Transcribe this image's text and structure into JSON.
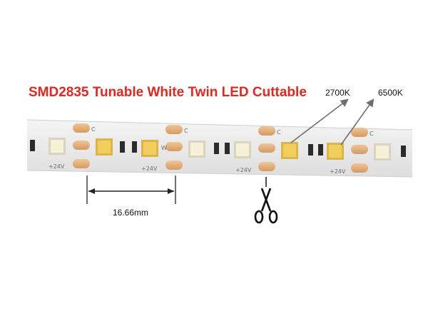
{
  "title": "SMD2835 Tunable White Twin LED Cuttable",
  "labels": {
    "warm": "2700K",
    "cool": "6500K",
    "segment_length": "16.66mm"
  },
  "pcb_markings": {
    "positive": "+24V",
    "channel": "C",
    "return": "W"
  },
  "colors": {
    "title": "#e5261f",
    "pcb": "#ebebeb",
    "copper_pad": "#e2b27e",
    "warm_led": "#f2cf5c",
    "cool_led": "#f6f1d7",
    "arrow": "#6e6e6e"
  },
  "icons": [
    "scissors-icon",
    "arrow-icon"
  ]
}
